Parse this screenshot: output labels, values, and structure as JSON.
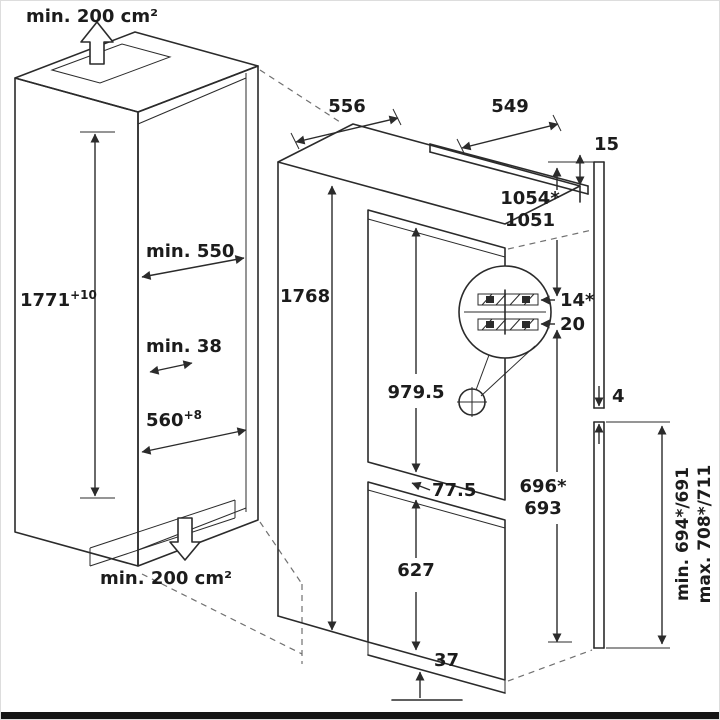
{
  "labels": {
    "vent_top": "min. 200 cm²",
    "niche_height": {
      "base": "1771",
      "sup": "+10"
    },
    "niche_depth": "min. 550",
    "rear_clearance": "min. 38",
    "niche_width": {
      "base": "560",
      "sup": "+8"
    },
    "vent_bottom": "min. 200 cm²",
    "depth_without_door": "556",
    "depth_with_door": "549",
    "top_gap": "15",
    "appliance_height": "1768",
    "upper_panel_line1": "1054*",
    "upper_panel_line2": "1051",
    "hinge_offset_line1": "14*",
    "hinge_offset_line2": "20",
    "upper_door_height": "979.5",
    "door_gap": "77.5",
    "lower_panel_line1": "696*",
    "lower_panel_line2": "693",
    "freezer_door_height": "627",
    "plinth_height": "37",
    "panel_joint_gap": "4",
    "lower_panel_min": "min. 694*/691",
    "lower_panel_max": "max. 708*/711"
  }
}
